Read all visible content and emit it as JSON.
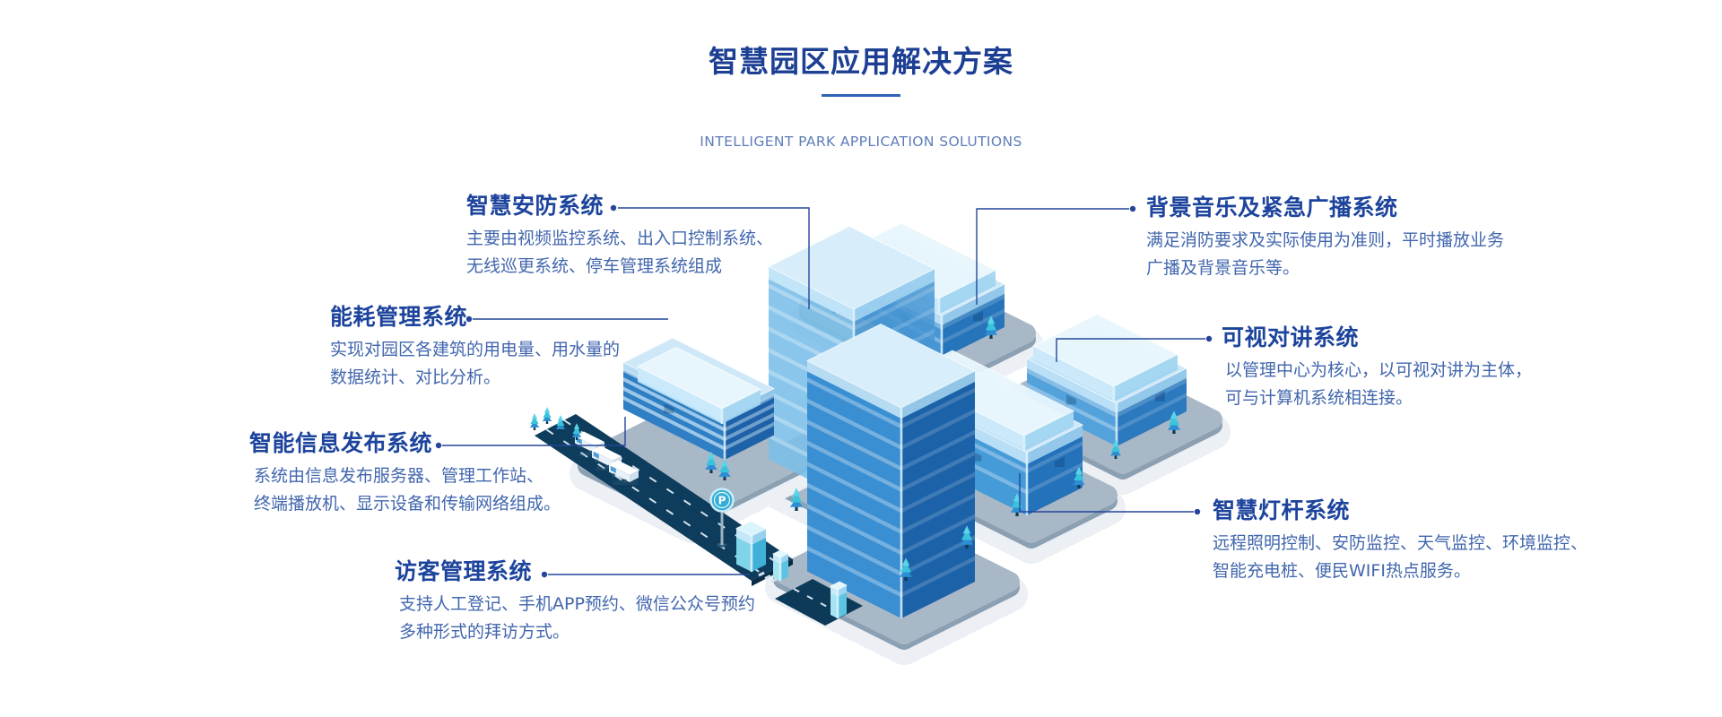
{
  "header": {
    "title": "智慧园区应用解决方案",
    "subtitle": "INTELLIGENT PARK APPLICATION SOLUTIONS"
  },
  "colors": {
    "title_blue": "#1c3f94",
    "callout_title_blue": "#1d449c",
    "body_text_blue": "#4166ad",
    "subtitle_slate": "#5e7db9",
    "leader_line_blue": "#24459a",
    "building_blue": "#3e92d4",
    "building_deep_blue": "#1f6cb4",
    "glass_light_blue": "#cde9f8",
    "road_navy": "#0d3c5c",
    "tree_teal": "#3bc3dd",
    "platform_gray": "#a9b8c7"
  },
  "callouts": {
    "left": [
      {
        "title": "智慧安防系统",
        "desc": [
          "主要由视频监控系统、出入口控制系统、",
          "无线巡更系统、停车管理系统组成"
        ]
      },
      {
        "title": "能耗管理系统",
        "desc": [
          "实现对园区各建筑的用电量、用水量的",
          "数据统计、对比分析。"
        ]
      },
      {
        "title": "智能信息发布系统",
        "desc": [
          "系统由信息发布服务器、管理工作站、",
          "终端播放机、显示设备和传输网络组成。"
        ]
      },
      {
        "title": "访客管理系统",
        "desc": [
          "支持人工登记、手机APP预约、微信公众号预约",
          "多种形式的拜访方式。"
        ]
      }
    ],
    "right": [
      {
        "title": "背景音乐及紧急广播系统",
        "desc": [
          "满足消防要求及实际使用为准则，平时播放业务",
          "广播及背景音乐等。"
        ]
      },
      {
        "title": "可视对讲系统",
        "desc": [
          "以管理中心为核心，以可视对讲为主体，",
          "可与计算机系统相连接。"
        ]
      },
      {
        "title": "智慧灯杆系统",
        "desc": [
          "远程照明控制、安防监控、天气监控、环境监控、",
          "智能充电桩、便民WIFI热点服务。"
        ]
      }
    ]
  },
  "illustration": {
    "parking_sign_label": "P"
  }
}
